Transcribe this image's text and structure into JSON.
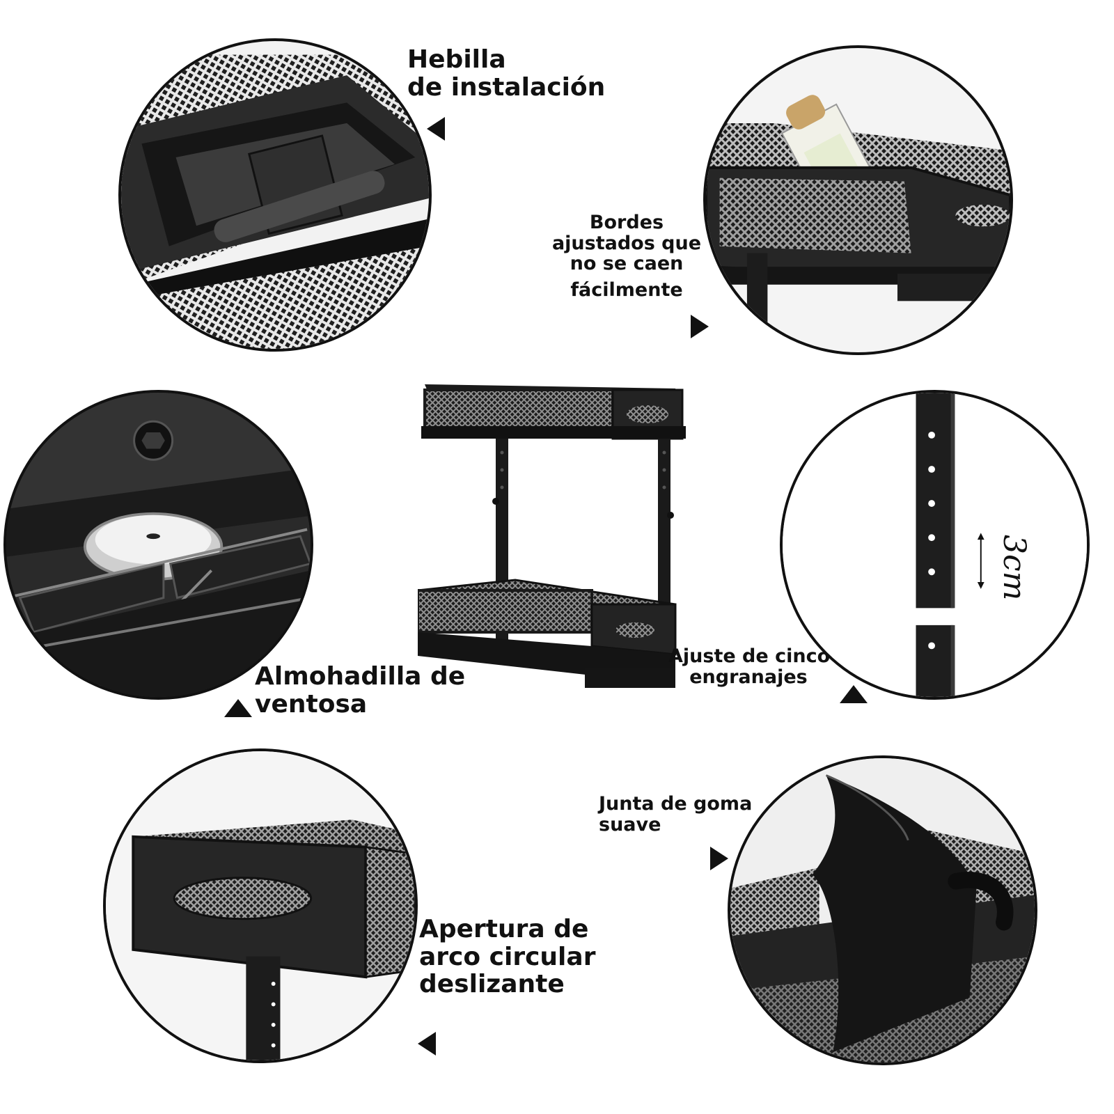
{
  "labels": {
    "hebilla": [
      "Hebilla",
      "de instalación"
    ],
    "bordes": [
      "Bordes",
      "ajustados que",
      "no se caen",
      "fácilmente"
    ],
    "almohadilla": [
      "Almohadilla de",
      "ventosa"
    ],
    "ajuste": [
      "Ajuste de cinco",
      "engranajes"
    ],
    "junta": [
      "Junta de goma",
      "suave"
    ],
    "apertura": [
      "Apertura de",
      "arco circular",
      "deslizante"
    ]
  },
  "measurement": "3cm",
  "icons": {
    "pointer_left": "triangle-left",
    "pointer_right": "triangle-right",
    "pointer_up": "triangle-up"
  },
  "colors": {
    "metal": "#1c1c1c",
    "mesh": "#3a3a3a",
    "text": "#111111",
    "background": "#ffffff"
  }
}
